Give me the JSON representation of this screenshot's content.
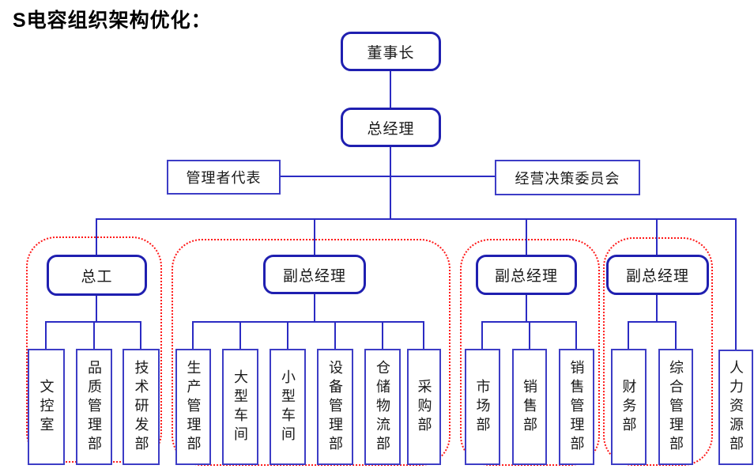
{
  "title": "S电容组织架构优化：",
  "colors": {
    "line_blue": "#2b2bc3",
    "box_border_blue": "#1f1fb0",
    "thin_border_blue": "#3d3dc6",
    "group_red": "#ff1a1a"
  },
  "org": {
    "chairman": "董事长",
    "general_manager": "总经理",
    "management_representative": "管理者代表",
    "decision_committee": "经营决策委员会",
    "hr_department": "人力资源部",
    "groups": [
      {
        "leader": "总工",
        "departments": [
          "文控室",
          "品质管理部",
          "技术研发部"
        ]
      },
      {
        "leader": "副总经理",
        "departments": [
          "生产管理部",
          "大型车间",
          "小型车间",
          "设备管理部",
          "仓储物流部",
          "采购部"
        ]
      },
      {
        "leader": "副总经理",
        "departments": [
          "市场部",
          "销售部",
          "销售管理部"
        ]
      },
      {
        "leader": "副总经理",
        "departments": [
          "财务部",
          "综合管理部"
        ]
      }
    ]
  }
}
